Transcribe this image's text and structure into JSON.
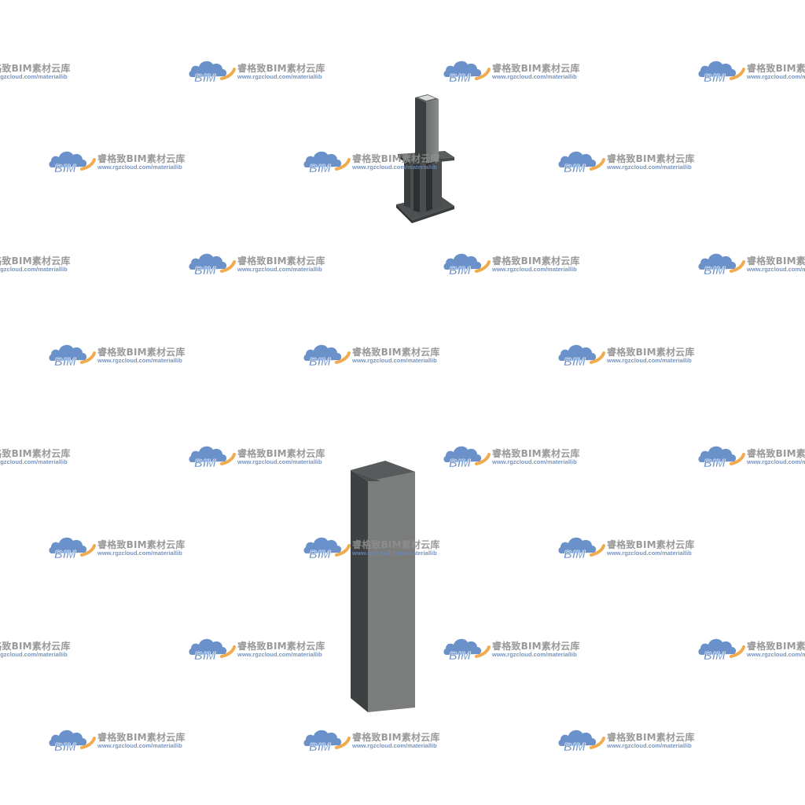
{
  "watermark": {
    "logo_text": "BIM",
    "title": "睿格致BIM素材云库",
    "url": "www.rgzcloud.com/materiallib"
  },
  "colors": {
    "background": "#ffffff",
    "cloud_blue": "#5b86c6",
    "cloud_orange": "#f0a23b",
    "model_front": "#7c7c7c",
    "model_side": "#3f4344",
    "model_top": "#5d6162"
  },
  "objects": [
    {
      "name": "steel-column-base-model",
      "description_icon": "steel-column-base"
    },
    {
      "name": "rectangular-column-model",
      "description_icon": "rectangular-column"
    }
  ]
}
